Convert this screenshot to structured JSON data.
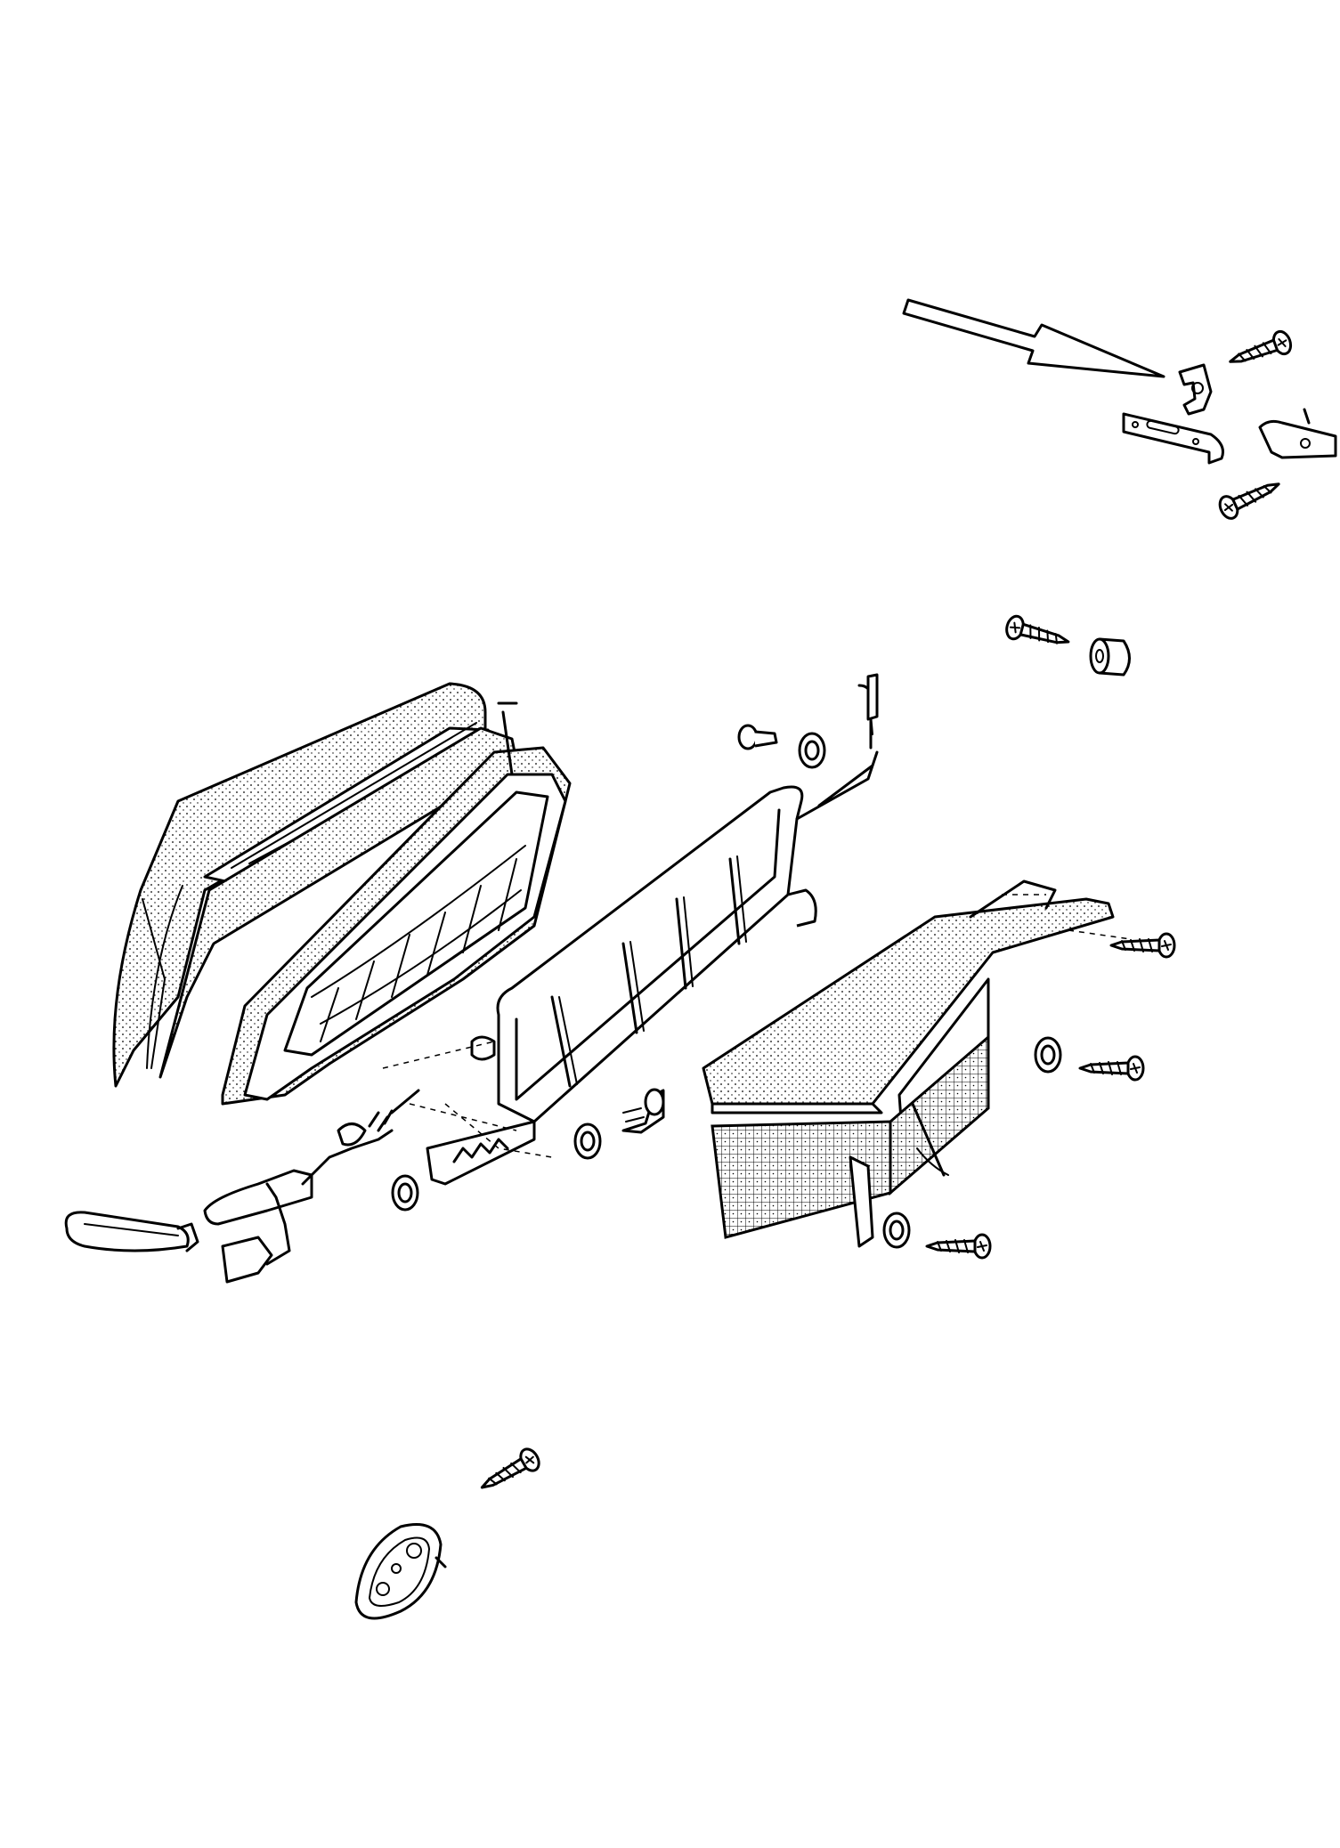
{
  "diagram": {
    "kind": "exploded parts illustration",
    "style": "black line art on white",
    "parts": [
      {
        "id": "callout-arrow",
        "icon": "hollow-arrow"
      },
      {
        "id": "clip-nut",
        "icon": "clip"
      },
      {
        "id": "screw",
        "icon": "screw"
      },
      {
        "id": "mounting-plate",
        "icon": "slotted-plate"
      },
      {
        "id": "hinge-bracket",
        "icon": "bracket"
      },
      {
        "id": "seat-back-cushion",
        "icon": "cushion"
      },
      {
        "id": "spring-frame",
        "icon": "spring-frame"
      },
      {
        "id": "seat-back-frame",
        "icon": "tube-frame"
      },
      {
        "id": "trim-panel",
        "icon": "panel"
      },
      {
        "id": "release-lever",
        "icon": "lever"
      },
      {
        "id": "pull-strap",
        "icon": "strap"
      },
      {
        "id": "washer",
        "icon": "washer"
      },
      {
        "id": "pivot-bolt",
        "icon": "bolt"
      },
      {
        "id": "oval-bracket",
        "icon": "bracket"
      }
    ]
  }
}
